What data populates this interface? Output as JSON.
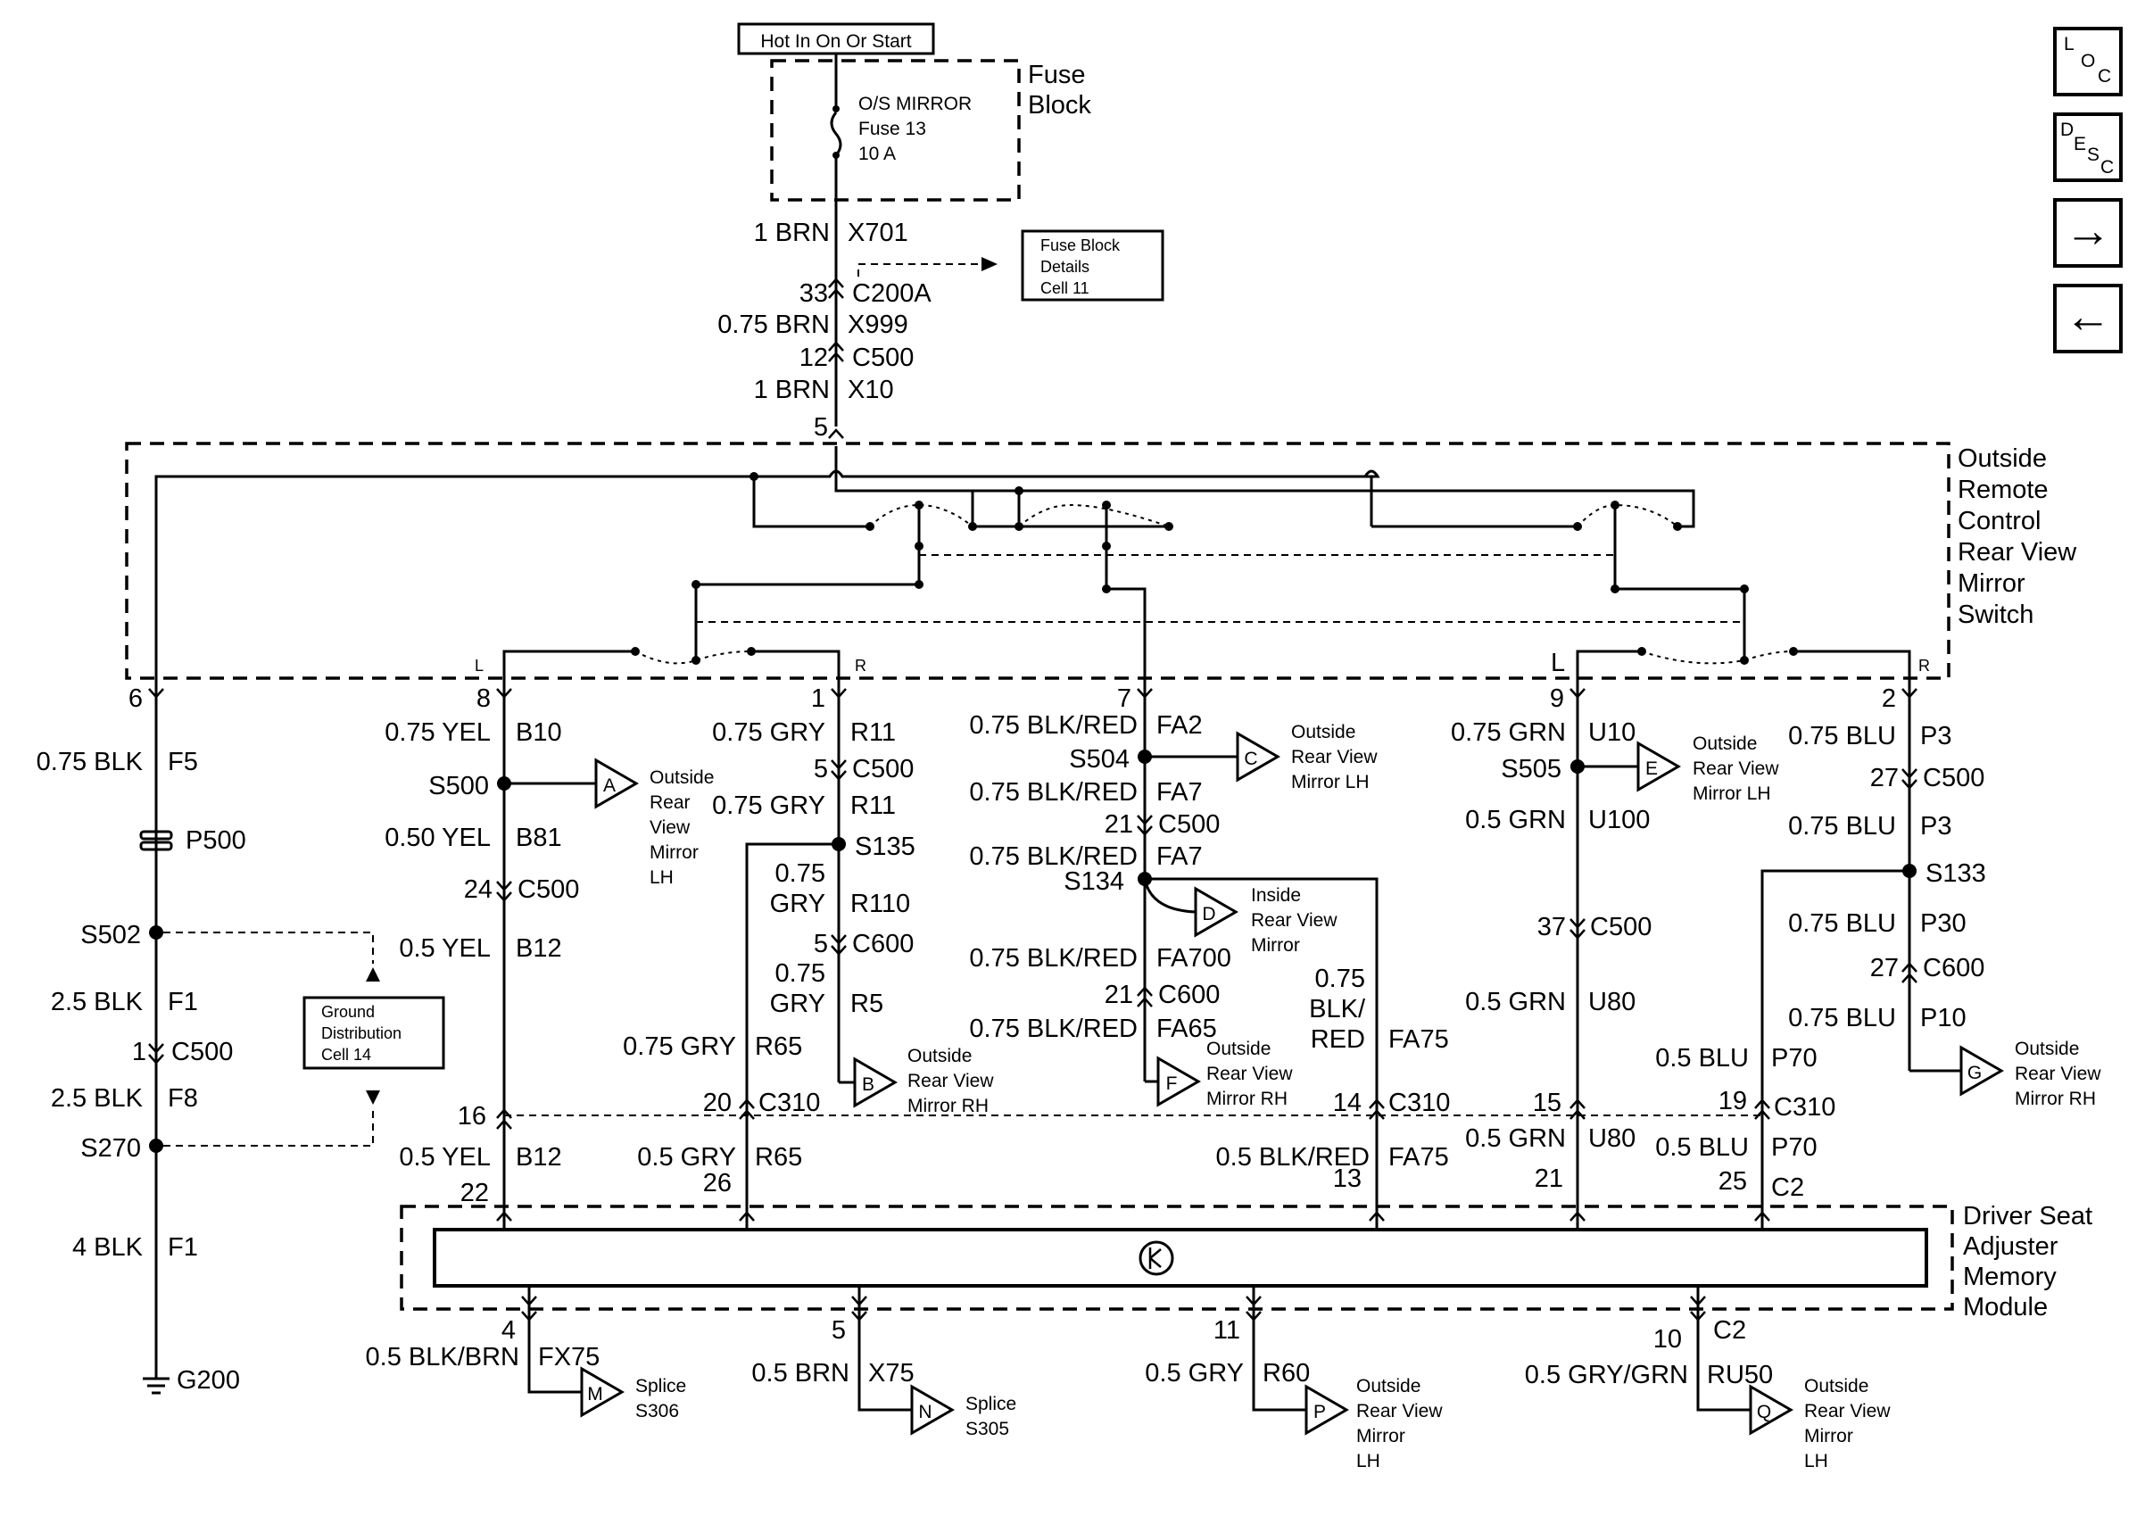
{
  "power": {
    "source": "Hot In On Or Start",
    "block_title": [
      "Fuse",
      "Block"
    ],
    "fuse_lines": [
      "O/S MIRROR",
      "Fuse 13",
      "10 A"
    ]
  },
  "fuse_ref": [
    "Fuse Block",
    "Details",
    "Cell 11"
  ],
  "feed": [
    {
      "pin": "1 BRN",
      "wire": "X701"
    },
    {
      "pin": "33",
      "wire": "C200A"
    },
    {
      "pin": "0.75 BRN",
      "wire": "X999"
    },
    {
      "pin": "12",
      "wire": "C500"
    },
    {
      "pin": "1 BRN",
      "wire": "X10"
    },
    {
      "pin": "5",
      "wire": ""
    }
  ],
  "switch_title": [
    "Outside",
    "Remote",
    "Control",
    "Rear View",
    "Mirror",
    "Switch"
  ],
  "switch_marks": {
    "l1": "L",
    "r1": "R",
    "l2": "L",
    "r2": "R"
  },
  "col1": {
    "pin": "6",
    "wire": "0.75 BLK",
    "circuit": "F5",
    "conn": "P500",
    "s502": "S502",
    "wire2": "2.5 BLK",
    "circuit2": "F1",
    "pin2": "1",
    "conn2": "C500",
    "wire3": "2.5 BLK",
    "circuit3": "F8",
    "s270": "S270",
    "wire4": "4 BLK",
    "circuit4": "F1",
    "ground": "G200"
  },
  "ground_ref": [
    "Ground",
    "Distribution",
    "Cell 14"
  ],
  "col2": {
    "pin": "8",
    "wire": "0.75 YEL",
    "circuit": "B10",
    "splice": "S500",
    "flag": "A",
    "flag_text": [
      "Outside",
      "Rear",
      "View",
      "Mirror",
      "LH"
    ],
    "wire2": "0.50 YEL",
    "circuit2": "B81",
    "pin2": "24",
    "conn2": "C500",
    "wire3": "0.5 YEL",
    "circuit3": "B12",
    "pin3": "16",
    "wire4": "0.5 YEL",
    "circuit4": "B12",
    "pin4": "22"
  },
  "col3": {
    "pin": "1",
    "wire": "0.75 GRY",
    "circuit": "R11",
    "pin2": "5",
    "conn2": "C500",
    "wire2": "0.75 GRY",
    "circuit2": "R11",
    "splice": "S135",
    "wire3a": "0.75",
    "wire3b": "GRY",
    "circuit3": "R110",
    "pin3": "5",
    "conn3": "C600",
    "wire4a": "0.75",
    "wire4b": "GRY",
    "circuit4": "R5",
    "flag": "B",
    "flag_text": [
      "Outside",
      "Rear View",
      "Mirror RH"
    ],
    "wire5": "0.75 GRY",
    "circuit5": "R65",
    "pin5": "20",
    "conn5": "C310",
    "wire6": "0.5 GRY",
    "circuit6": "R65",
    "pin6": "26"
  },
  "col4": {
    "pin": "7",
    "wire": "0.75 BLK/RED",
    "circuit": "FA2",
    "splice": "S504",
    "flag": "C",
    "flag_text": [
      "Outside",
      "Rear View",
      "Mirror LH"
    ],
    "wire2": "0.75 BLK/RED",
    "circuit2": "FA7",
    "pin2": "21",
    "conn2": "C500",
    "wire3": "0.75 BLK/RED",
    "circuit3": "FA7",
    "splice2": "S134",
    "flag2": "D",
    "flag2_text": [
      "Inside",
      "Rear View",
      "Mirror"
    ],
    "wire4": "0.75 BLK/RED",
    "circuit4": "FA700",
    "pin4": "21",
    "conn4": "C600",
    "wire5": "0.75 BLK/RED",
    "circuit5": "FA65",
    "flag3": "F",
    "flag3_text": [
      "Outside",
      "Rear View",
      "Mirror RH"
    ],
    "wire6a": "0.75",
    "wire6b": "BLK/",
    "wire6c": "RED",
    "circuit6": "FA75",
    "pin6": "14",
    "conn6": "C310",
    "wire7": "0.5 BLK/RED",
    "circuit7": "FA75",
    "pin7": "13"
  },
  "col5": {
    "pin": "9",
    "wire": "0.75 GRN",
    "circuit": "U10",
    "splice": "S505",
    "flag": "E",
    "flag_text": [
      "Outside",
      "Rear View",
      "Mirror LH"
    ],
    "wire2": "0.5 GRN",
    "circuit2": "U100",
    "pin3": "37",
    "conn3": "C500",
    "wire4": "0.5 GRN",
    "circuit4": "U80",
    "pin5": "15",
    "wire6": "0.5 GRN",
    "circuit6": "U80",
    "pin7": "21"
  },
  "col6": {
    "pin": "2",
    "wire": "0.75 BLU",
    "circuit": "P3",
    "pin2": "27",
    "conn2": "C500",
    "wire2": "0.75 BLU",
    "circuit2": "P3",
    "splice": "S133",
    "wire3": "0.75 BLU",
    "circuit3": "P30",
    "pin3": "27",
    "conn3": "C600",
    "wire4": "0.75 BLU",
    "circuit4": "P10",
    "flag": "G",
    "flag_text": [
      "Outside",
      "Rear View",
      "Mirror RH"
    ],
    "wire5": "0.5 BLU",
    "circuit5": "P70",
    "pin5": "19",
    "conn5": "C310",
    "wire6": "0.5 BLU",
    "circuit6": "P70",
    "pin6": "25",
    "conn6": "C2"
  },
  "module_title": [
    "Driver Seat",
    "Adjuster",
    "Memory",
    "Module"
  ],
  "bottom": [
    {
      "pin": "4",
      "wire": "0.5 BLK/BRN",
      "circuit": "FX75",
      "flag": "M",
      "text": [
        "Splice",
        "S306"
      ]
    },
    {
      "pin": "5",
      "wire": "0.5 BRN",
      "circuit": "X75",
      "flag": "N",
      "text": [
        "Splice",
        "S305"
      ]
    },
    {
      "pin": "11",
      "wire": "0.5 GRY",
      "circuit": "R60",
      "flag": "P",
      "text": [
        "Outside",
        "Rear View",
        "Mirror",
        "LH"
      ]
    },
    {
      "pin": "10",
      "wire": "0.5 GRY/GRN",
      "circuit": "RU50",
      "conn": "C2",
      "flag": "Q",
      "text": [
        "Outside",
        "Rear View",
        "Mirror",
        "LH"
      ]
    }
  ],
  "nav": {
    "loc": [
      "L",
      "O",
      "C"
    ],
    "desc": [
      "D",
      "E",
      "S",
      "C"
    ],
    "next": "→",
    "prev": "←"
  }
}
